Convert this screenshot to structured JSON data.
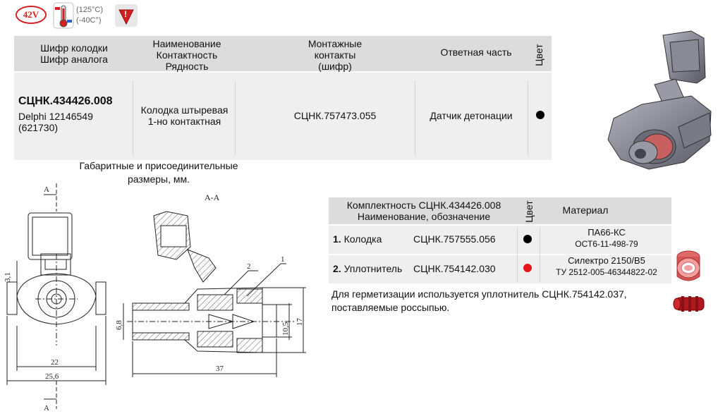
{
  "badges": {
    "voltage": "42V",
    "temp_high": "(125°C)",
    "temp_low": "(-40C°)",
    "warning": "!"
  },
  "main_table": {
    "headers": {
      "code_line1": "Шифр колодки",
      "code_line2": "Шифр аналога",
      "name_line1": "Наименование",
      "name_line2": "Контактность",
      "name_line3": "Рядность",
      "contacts_line1": "Монтажные",
      "contacts_line2": "контакты",
      "contacts_line3": "(шифр)",
      "mating": "Ответная часть",
      "color": "Цвет"
    },
    "row": {
      "code": "СЦНК.434426.008",
      "analog1": "Delphi 12146549",
      "analog2": "(621730)",
      "name1": "Колодка штыревая",
      "name2": "1-но контактная",
      "contacts": "СЦНК.757473.055",
      "mating": "Датчик детонации",
      "color_hex": "#000000"
    }
  },
  "drawing": {
    "caption_line1": "Габаритные и присоединительные",
    "caption_line2": "размеры, мм.",
    "section_label": "А-А",
    "section_mark": "А",
    "dim_22": "22",
    "dim_25_6": "25,6",
    "dim_3_1": "3,1",
    "dim_6_8": "6,8",
    "dim_37": "37",
    "dim_10_5": "10,5",
    "dim_17": "17",
    "callout_1": "1",
    "callout_2": "2"
  },
  "kit_table": {
    "header_line1": "Комплектность СЦНК.434426.008",
    "header_line2": "Наименование, обозначение",
    "color": "Цвет",
    "material": "Материал",
    "rows": [
      {
        "num": "1.",
        "name": "Колодка",
        "code": "СЦНК.757555.056",
        "color_hex": "#000000",
        "material1": "ПА66-КС",
        "material2": "ОСТ6-11-498-79"
      },
      {
        "num": "2.",
        "name": "Уплотнитель",
        "code": "СЦНК.754142.030",
        "color_hex": "#e8141c",
        "material1": "Силектро 2150/В5",
        "material2": "ТУ 2512-005-46344822-02"
      }
    ],
    "note_line1": "Для герметизации используется уплотнитель СЦНК.754142.037,",
    "note_line2": "поставляемые россыпью."
  }
}
